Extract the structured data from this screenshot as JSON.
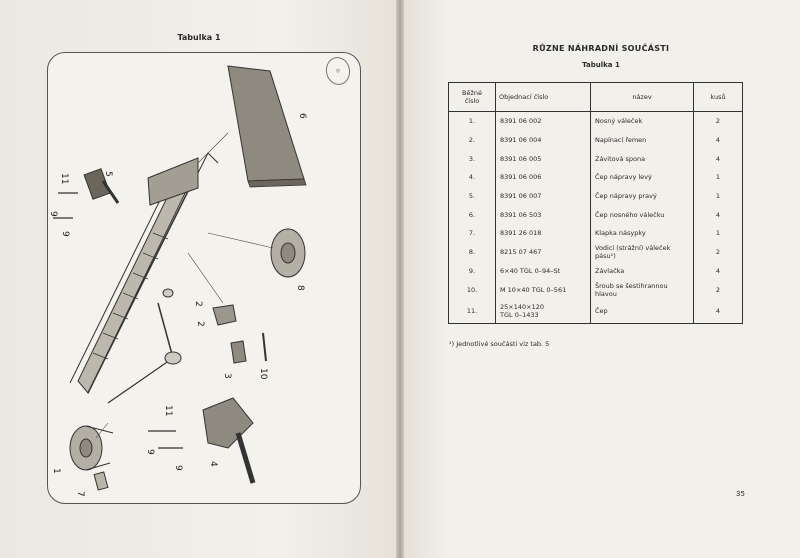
{
  "left_page": {
    "title": "Tabulka 1",
    "stamp_text": "",
    "callouts": [
      "1",
      "2",
      "2",
      "3",
      "4",
      "5",
      "6",
      "7",
      "8",
      "9",
      "9",
      "9",
      "9",
      "10",
      "11",
      "11"
    ]
  },
  "right_page": {
    "heading": "RŮZNE NÁHRADNÍ SOUČÁSTI",
    "subheading": "Tabulka 1",
    "table": {
      "headers": [
        "Běžné\nčíslo",
        "Objednací číslo",
        "název",
        "kusů"
      ],
      "rows": [
        [
          "1.",
          "8391 06 002",
          "Nosný váleček",
          "2"
        ],
        [
          "2.",
          "8391 06 004",
          "Napínací řemen",
          "4"
        ],
        [
          "3.",
          "8391 06 005",
          "Závitová spona",
          "4"
        ],
        [
          "4.",
          "8391 06 006",
          "Čep nápravy levý",
          "1"
        ],
        [
          "5.",
          "8391 06 007",
          "Čep nápravy pravý",
          "1"
        ],
        [
          "6.",
          "8391 06 503",
          "Čep nosného válečku",
          "4"
        ],
        [
          "7.",
          "8391 26 018",
          "Klapka násypky",
          "1"
        ],
        [
          "8.",
          "8215 07 467",
          "Vodicí (strážní) váleček pásu¹)",
          "2"
        ],
        [
          "9.",
          "6×40 TGL 0–94–St",
          "Závlačka",
          "4"
        ],
        [
          "10.",
          "M 10×40 TGL 0–561",
          "Šroub se šestihrannou hlavou",
          "2"
        ],
        [
          "11.",
          "25×140×120\nTGL 0–1433",
          "Čep",
          "4"
        ]
      ]
    },
    "footnote": "¹) Jednotlivé součásti viz tab. 5",
    "page_number": "35"
  }
}
